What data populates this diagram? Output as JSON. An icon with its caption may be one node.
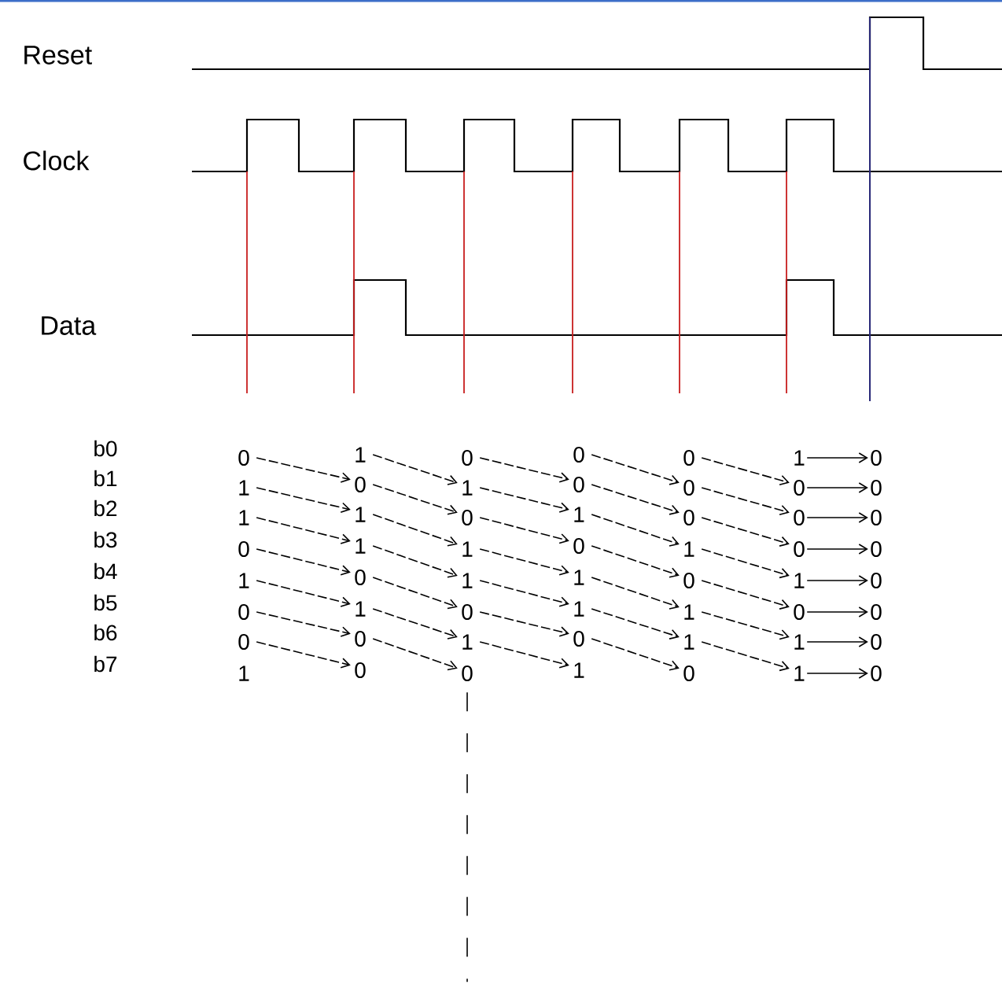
{
  "diagram": {
    "nodes": [
      {
        "text": [
          "0"
        ]
      },
      {
        "text": [
          "1"
        ]
      },
      {
        "text": [
          "0"
        ]
      },
      {
        "text": [
          "0"
        ]
      },
      {
        "text": [
          "0"
        ]
      },
      {
        "text": [
          "1"
        ]
      },
      {
        "text": [
          "0"
        ]
      },
      {
        "text": [
          "1"
        ]
      },
      {
        "text": [
          "0"
        ]
      },
      {
        "text": [
          "1"
        ]
      },
      {
        "text": [
          "0"
        ]
      },
      {
        "text": [
          "0"
        ]
      },
      {
        "text": [
          "0"
        ]
      },
      {
        "text": [
          "0"
        ]
      },
      {
        "text": [
          "1"
        ]
      },
      {
        "text": [
          "1"
        ]
      },
      {
        "text": [
          "0"
        ]
      },
      {
        "text": [
          "1"
        ]
      },
      {
        "text": [
          "0"
        ]
      },
      {
        "text": [
          "0"
        ]
      },
      {
        "text": [
          "0"
        ]
      },
      {
        "text": [
          "0"
        ]
      },
      {
        "text": [
          "1"
        ]
      },
      {
        "text": [
          "1"
        ]
      },
      {
        "text": [
          "0"
        ]
      },
      {
        "text": [
          "1"
        ]
      },
      {
        "text": [
          "0"
        ]
      },
      {
        "text": [
          "0"
        ]
      },
      {
        "text": [
          "1"
        ]
      },
      {
        "text": [
          "0"
        ]
      },
      {
        "text": [
          "1"
        ]
      },
      {
        "text": [
          "1"
        ]
      },
      {
        "text": [
          "0"
        ]
      },
      {
        "text": [
          "1"
        ]
      },
      {
        "text": [
          "0"
        ]
      },
      {
        "text": [
          "0"
        ]
      },
      {
        "text": [
          "1"
        ]
      },
      {
        "text": [
          "0"
        ]
      },
      {
        "text": [
          "1"
        ]
      },
      {
        "text": [
          "1"
        ]
      },
      {
        "text": [
          "0"
        ]
      },
      {
        "text": [
          "0"
        ]
      },
      {
        "text": [
          "0"
        ]
      },
      {
        "text": [
          "0"
        ]
      },
      {
        "text": [
          "1"
        ]
      },
      {
        "text": [
          "0"
        ]
      },
      {
        "text": [
          "1"
        ]
      },
      {
        "text": [
          "1"
        ]
      },
      {
        "text": [
          "0"
        ]
      },
      {
        "text": [
          "1"
        ]
      },
      {
        "text": [
          "0"
        ]
      },
      {
        "text": [
          "0"
        ]
      },
      {
        "text": [
          "1"
        ]
      },
      {
        "text": [
          "0"
        ]
      },
      {
        "text": [
          "1"
        ]
      },
      {
        "text": [
          "0"
        ]
      }
    ],
    "edges": [
      {
        "from": 0,
        "to": 8,
        "arrow": "to",
        "style": "dashed"
      },
      {
        "from": 1,
        "to": 9,
        "arrow": "to",
        "style": "dashed"
      },
      {
        "from": 2,
        "to": 10,
        "arrow": "to",
        "style": "dashed"
      },
      {
        "from": 3,
        "to": 11,
        "arrow": "to",
        "style": "dashed"
      },
      {
        "from": 4,
        "to": 12,
        "arrow": "to",
        "style": "dashed"
      },
      {
        "from": 5,
        "to": 6,
        "arrow": "to"
      },
      {
        "from": 7,
        "to": 15,
        "arrow": "to",
        "style": "dashed"
      },
      {
        "from": 8,
        "to": 16,
        "arrow": "to",
        "style": "dashed"
      },
      {
        "from": 9,
        "to": 17,
        "arrow": "to",
        "style": "dashed"
      },
      {
        "from": 10,
        "to": 18,
        "arrow": "to",
        "style": "dashed"
      },
      {
        "from": 11,
        "to": 19,
        "arrow": "to",
        "style": "dashed"
      },
      {
        "from": 12,
        "to": 13,
        "arrow": "to"
      },
      {
        "from": 14,
        "to": 22,
        "arrow": "to",
        "style": "dashed"
      },
      {
        "from": 15,
        "to": 23,
        "arrow": "to",
        "style": "dashed"
      },
      {
        "from": 16,
        "to": 24,
        "arrow": "to",
        "style": "dashed"
      },
      {
        "from": 17,
        "to": 25,
        "arrow": "to",
        "style": "dashed"
      },
      {
        "from": 18,
        "to": 26,
        "arrow": "to",
        "style": "dashed"
      },
      {
        "from": 19,
        "to": 20,
        "arrow": "to"
      },
      {
        "from": 21,
        "to": 29,
        "arrow": "to",
        "style": "dashed"
      },
      {
        "from": 22,
        "to": 30,
        "arrow": "to",
        "style": "dashed"
      },
      {
        "from": 23,
        "to": 31,
        "arrow": "to",
        "style": "dashed"
      },
      {
        "from": 24,
        "to": 32,
        "arrow": "to",
        "style": "dashed"
      },
      {
        "from": 25,
        "to": 33,
        "arrow": "to",
        "style": "dashed"
      },
      {
        "from": 26,
        "to": 27,
        "arrow": "to"
      },
      {
        "from": 28,
        "to": 36,
        "arrow": "to",
        "style": "dashed"
      },
      {
        "from": 29,
        "to": 37,
        "arrow": "to",
        "style": "dashed"
      },
      {
        "from": 30,
        "to": 38,
        "arrow": "to",
        "style": "dashed"
      },
      {
        "from": 31,
        "to": 39,
        "arrow": "to",
        "style": "dashed"
      },
      {
        "from": 32,
        "to": 40,
        "arrow": "to",
        "style": "dashed"
      },
      {
        "from": 33,
        "to": 34,
        "arrow": "to"
      },
      {
        "from": 35,
        "to": 43,
        "arrow": "to",
        "style": "dashed"
      },
      {
        "from": 36,
        "to": 44,
        "arrow": "to",
        "style": "dashed"
      },
      {
        "from": 37,
        "to": 45,
        "arrow": "to",
        "style": "dashed"
      },
      {
        "from": 38,
        "to": 46,
        "arrow": "to",
        "style": "dashed"
      },
      {
        "from": 39,
        "to": 47,
        "arrow": "to",
        "style": "dashed"
      },
      {
        "from": 40,
        "to": 41,
        "arrow": "to"
      },
      {
        "from": 42,
        "to": 50,
        "arrow": "to",
        "style": "dashed"
      },
      {
        "from": 43,
        "to": 51,
        "arrow": "to",
        "style": "dashed"
      },
      {
        "from": 44,
        "to": 52,
        "arrow": "to",
        "style": "dashed"
      },
      {
        "from": 45,
        "to": 53,
        "arrow": "to",
        "style": "dashed"
      },
      {
        "from": 46,
        "to": 54,
        "arrow": "to",
        "style": "dashed"
      },
      {
        "from": 47,
        "to": 48,
        "arrow": "to"
      },
      {
        "from": 54,
        "to": 55,
        "arrow": "to"
      },
      {
        "from": 51,
        "to": null,
        "arrow": "none",
        "style": "dashed"
      }
    ],
    "labels": [
      "Reset",
      "Clock",
      "Data",
      "b0",
      "b1",
      "b2",
      "b3",
      "b4",
      "b5",
      "b6",
      "b7"
    ]
  }
}
